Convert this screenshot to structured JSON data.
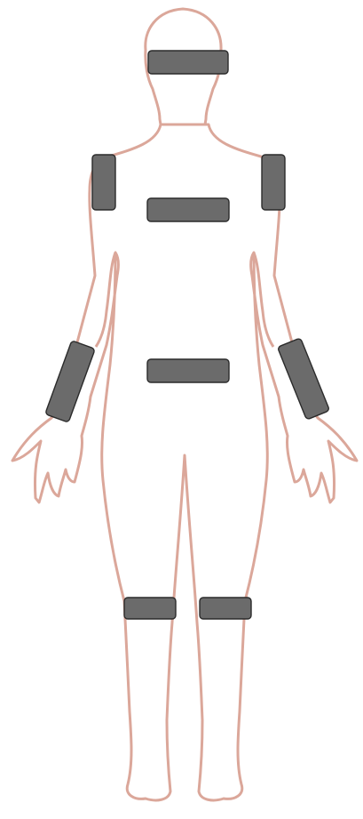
{
  "figure": {
    "type": "body-diagram",
    "view": "front"
  },
  "colors": {
    "background": "#ffffff",
    "body_outline": "#dba79a",
    "sensor_fill": "#6b6b6b",
    "sensor_stroke": "#2b2b2b"
  },
  "sensors": [
    {
      "body_part": "head"
    },
    {
      "body_part": "right-shoulder"
    },
    {
      "body_part": "left-shoulder"
    },
    {
      "body_part": "upper-chest"
    },
    {
      "body_part": "right-forearm"
    },
    {
      "body_part": "left-forearm"
    },
    {
      "body_part": "waist"
    },
    {
      "body_part": "right-knee"
    },
    {
      "body_part": "left-knee"
    }
  ]
}
